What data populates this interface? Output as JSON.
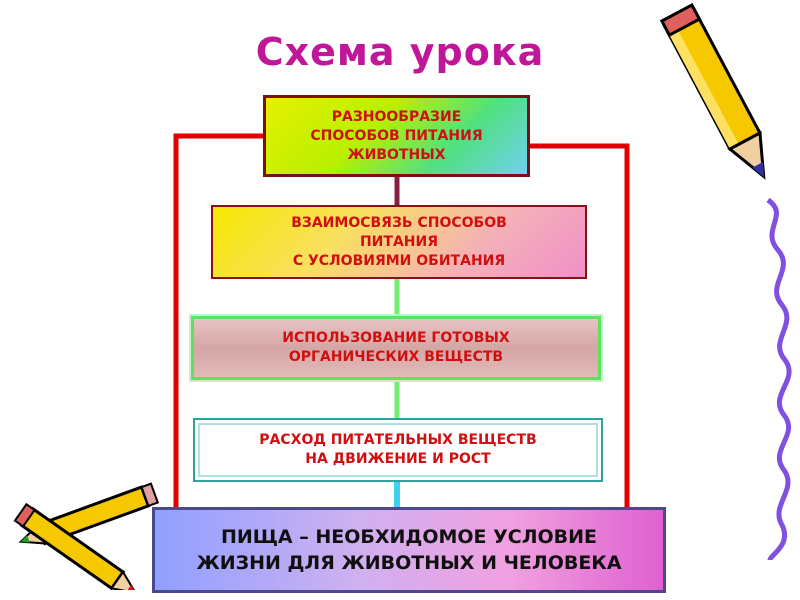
{
  "title": "Схема урока",
  "boxes": [
    {
      "lines": [
        "РАЗНООБРАЗИЕ",
        "СПОСОБОВ ПИТАНИЯ",
        "ЖИВОТНЫХ"
      ]
    },
    {
      "lines": [
        "ВЗАИМОСВЯЗЬ СПОСОБОВ",
        "ПИТАНИЯ",
        "С УСЛОВИЯМИ ОБИТАНИЯ"
      ]
    },
    {
      "lines": [
        "ИСПОЛЬЗОВАНИЕ ГОТОВЫХ",
        "ОРГАНИЧЕСКИХ ВЕЩЕСТВ"
      ]
    },
    {
      "lines": [
        "РАСХОД ПИТАТЕЛЬНЫХ ВЕЩЕСТВ",
        "НА ДВИЖЕНИЕ И РОСТ"
      ]
    },
    {
      "lines": [
        "ПИЩА – НЕОБХИДОМОЕ УСЛОВИЕ",
        "ЖИЗНИ ДЛЯ ЖИВОТНЫХ И ЧЕЛОВЕКА"
      ]
    }
  ],
  "colors": {
    "title": "#c0169a",
    "box_text": "#d01010",
    "outer_frame": "#e00000",
    "connector_dark": "#8a2040",
    "connector_green": "#70f070",
    "connector_cyan": "#40d0f0",
    "squiggle": "#8050e0"
  },
  "decorations": [
    "pencil-clipart",
    "crossed-pencils-clipart",
    "squiggle-line"
  ]
}
